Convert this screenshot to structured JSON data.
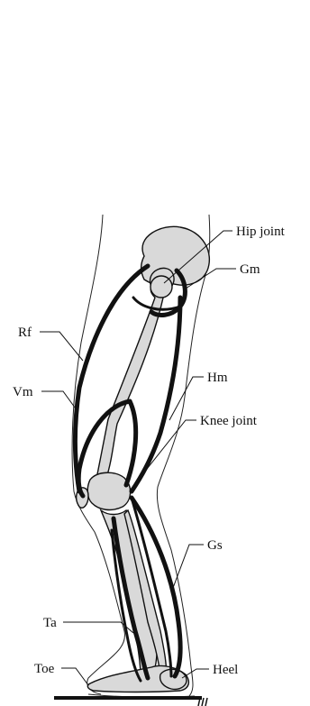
{
  "labels": {
    "hip_joint": "Hip joint",
    "gm": "Gm",
    "rf": "Rf",
    "hm": "Hm",
    "vm": "Vm",
    "knee_joint": "Knee joint",
    "gs": "Gs",
    "ta": "Ta",
    "toe": "Toe",
    "heel": "Heel"
  },
  "colors": {
    "bone_fill": "#d9d9d9",
    "muscle": "#111111",
    "background": "#ffffff"
  }
}
